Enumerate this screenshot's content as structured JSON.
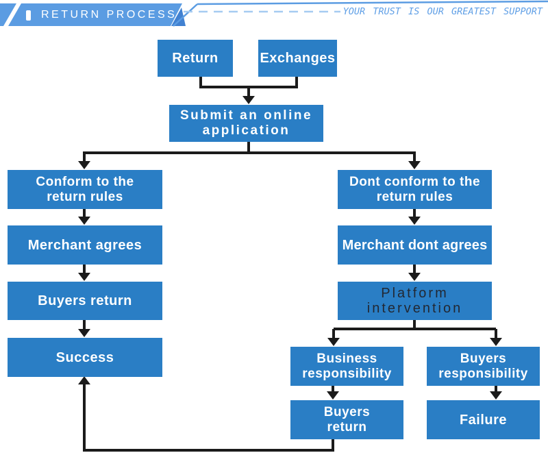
{
  "theme": {
    "banner_color": "#5B9CE2",
    "fold_color": "#4181D1",
    "dash_color": "#A6CBF1",
    "tagline_color": "#5F9FE6",
    "box_color": "#2A7EC5",
    "box_text_color": "#FFFFFF",
    "platform_text_color": "#222833",
    "line_color": "#1B1B1B"
  },
  "header": {
    "title": "RETURN PROCESS",
    "tagline": "YOUR TRUST IS OUR GREATEST SUPPORT"
  },
  "flowchart": {
    "nodes": {
      "return": {
        "label": "Return"
      },
      "exchanges": {
        "label": "Exchanges"
      },
      "submit": {
        "line1": "Submit an online",
        "line2": "application"
      },
      "conform": {
        "line1": "Conform to the",
        "line2": "return rules"
      },
      "merchant_agrees": {
        "label": "Merchant agrees"
      },
      "buyers_return_left": {
        "label": "Buyers return"
      },
      "success": {
        "label": "Success"
      },
      "dont_conform": {
        "line1": "Dont conform to the",
        "line2": "return rules"
      },
      "merchant_dont_agrees": {
        "label": "Merchant dont agrees"
      },
      "platform": {
        "line1": "Platform",
        "line2": "intervention"
      },
      "business_resp": {
        "line1": "Business",
        "line2": "responsibility"
      },
      "buyers_resp": {
        "line1": "Buyers",
        "line2": "responsibility"
      },
      "buyers_return_bottom": {
        "line1": "Buyers",
        "line2": "return"
      },
      "failure": {
        "label": "Failure"
      }
    }
  }
}
